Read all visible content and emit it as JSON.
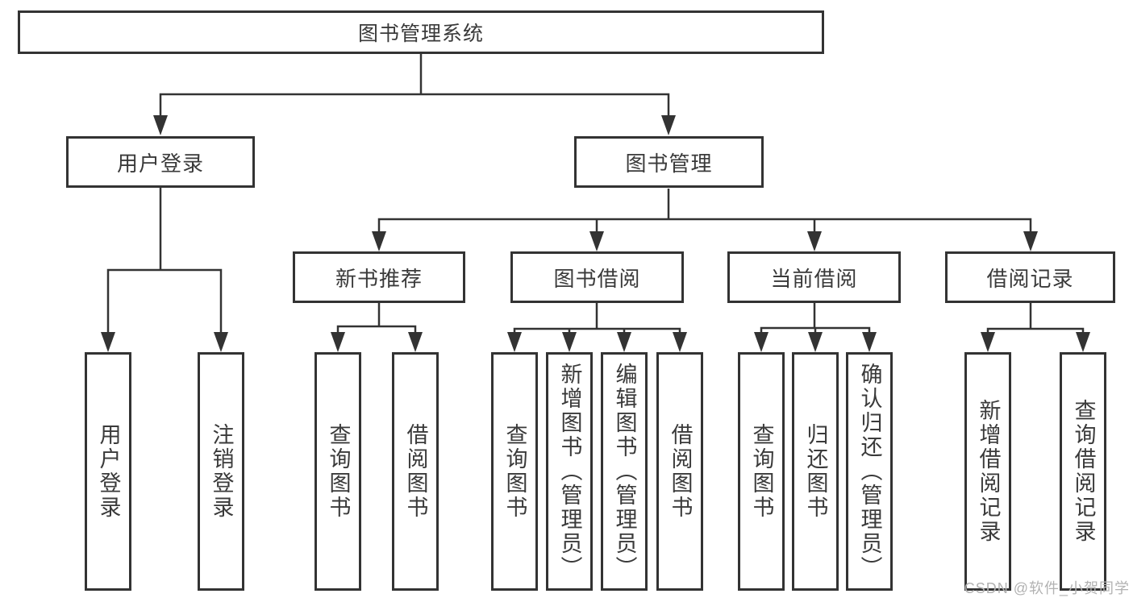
{
  "tree": {
    "root": {
      "label": "图书管理系统",
      "children": [
        {
          "label": "用户登录",
          "children": [
            {
              "label": "用户登录"
            },
            {
              "label": "注销登录"
            }
          ]
        },
        {
          "label": "图书管理",
          "children": [
            {
              "label": "新书推荐",
              "children": [
                {
                  "label": "查询图书"
                },
                {
                  "label": "借阅图书"
                }
              ]
            },
            {
              "label": "图书借阅",
              "children": [
                {
                  "label": "查询图书"
                },
                {
                  "label": "新增图书（管理员）"
                },
                {
                  "label": "编辑图书（管理员）"
                },
                {
                  "label": "借阅图书"
                }
              ]
            },
            {
              "label": "当前借阅",
              "children": [
                {
                  "label": "查询图书"
                },
                {
                  "label": "归还图书"
                },
                {
                  "label": "确认归还（管理员）"
                }
              ]
            },
            {
              "label": "借阅记录",
              "children": [
                {
                  "label": "新增借阅记录"
                },
                {
                  "label": "查询借阅记录"
                }
              ]
            }
          ]
        }
      ]
    }
  },
  "watermark": {
    "text": "CSDN @软件_小贺同学"
  },
  "colors": {
    "line": "#333333",
    "box_border": "#333333",
    "text": "#3a3a3a",
    "watermark": "#b2b2b2",
    "background": "#ffffff"
  }
}
